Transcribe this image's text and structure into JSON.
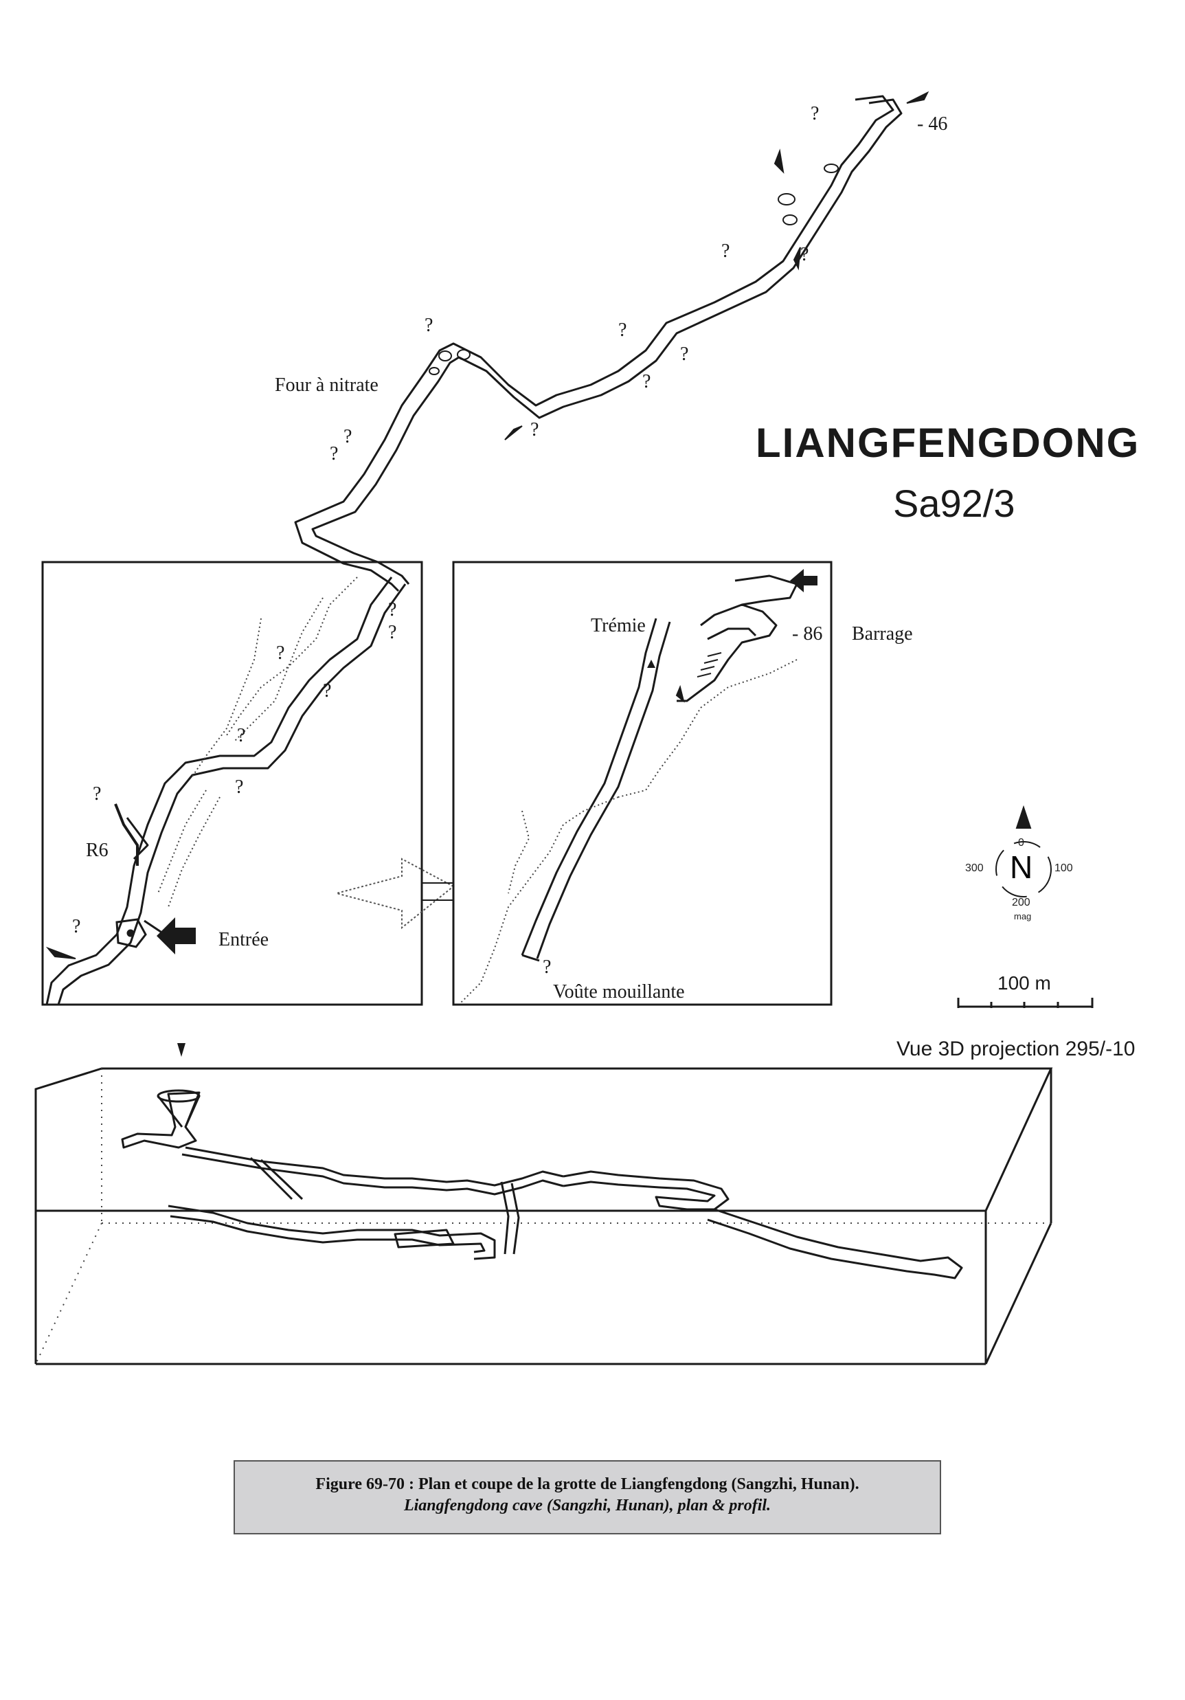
{
  "title": {
    "name": "LIANGFENGDONG",
    "code": "Sa92/3"
  },
  "labels": {
    "four_a_nitrate": "Four à nitrate",
    "depth_46": "- 46",
    "tremie": "Trémie",
    "depth_86": "- 86",
    "barrage": "Barrage",
    "r6": "R6",
    "entree": "Entrée",
    "voute_mouillante": "Voûte mouillante",
    "unknown": "?"
  },
  "compass": {
    "letter": "N",
    "deg_top": "0",
    "deg_right": "100",
    "deg_bottom": "200",
    "deg_left": "300",
    "mag": "mag"
  },
  "scale_bar": {
    "label": "100 m"
  },
  "view3d": {
    "label": "Vue 3D projection 295/-10"
  },
  "caption": {
    "line1": "Figure 69-70 : Plan et coupe de la grotte de Liangfengdong (Sangzhi, Hunan).",
    "line2": "Liangfengdong cave (Sangzhi, Hunan), plan & profil."
  }
}
